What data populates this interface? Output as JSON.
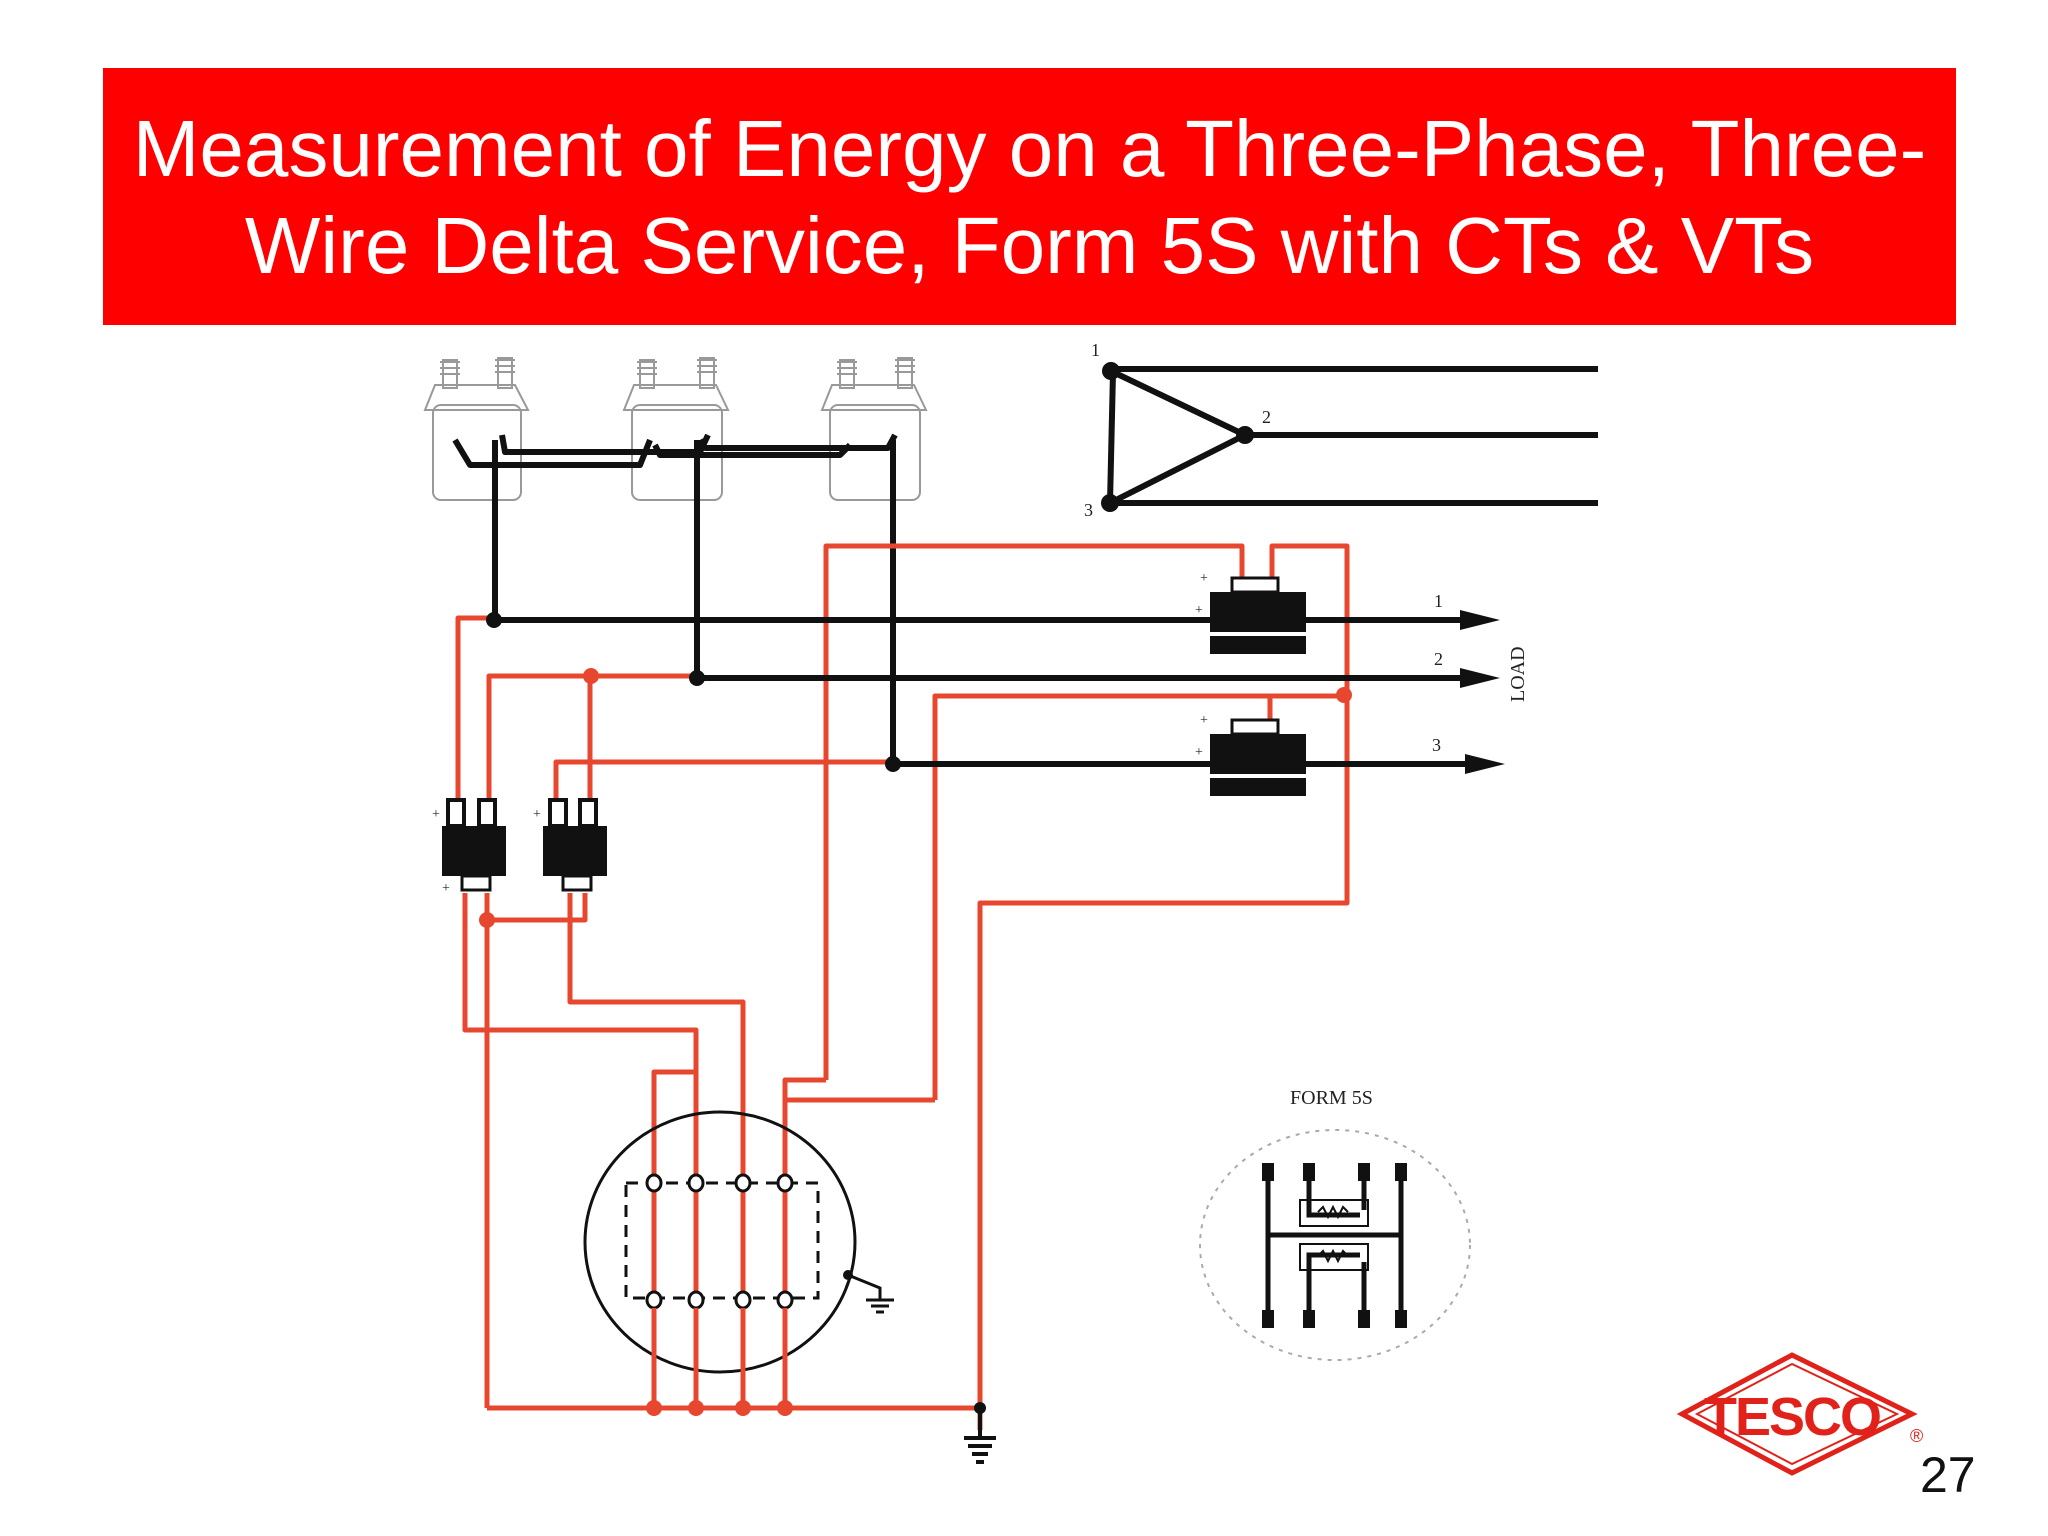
{
  "slide": {
    "title_line1": "Measurement of Energy on a Three-Phase, Three-",
    "title_line2": "Wire Delta Service, Form 5S with CTs & VTs",
    "page_number": "27"
  },
  "colors": {
    "banner": "#fe0000",
    "title_text": "#ffffff",
    "secondary_wiring": "#e8472f",
    "primary_conductors": "#111111"
  },
  "diagram": {
    "delta_nodes": [
      "1",
      "2",
      "3"
    ],
    "line_labels": [
      "1",
      "2",
      "3"
    ],
    "load_label": "LOAD",
    "inset_label": "FORM 5S",
    "logo_text": "TESCO",
    "registered_mark": "®"
  }
}
